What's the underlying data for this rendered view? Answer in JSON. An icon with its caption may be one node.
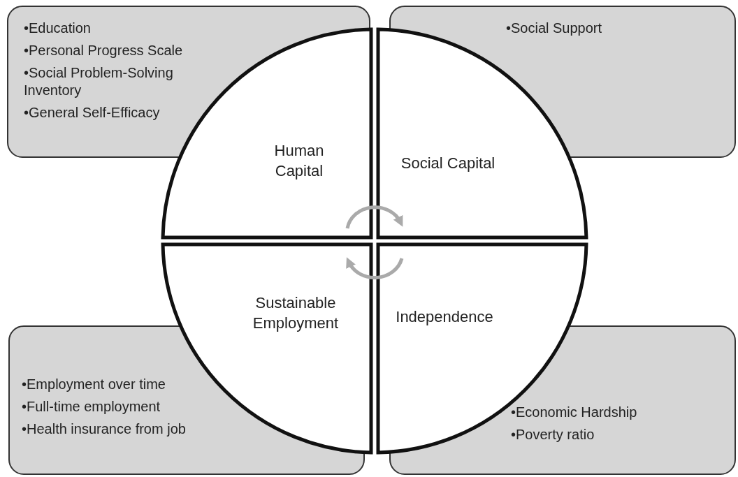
{
  "diagram": {
    "nodes": [
      {
        "text": [
          "•Education",
          "•Personal Progress Scale",
          "•Social Problem-Solving Inventory",
          "•General Self-Efficacy"
        ]
      },
      {
        "text": [
          "•Social Support"
        ]
      },
      {
        "text": [
          "Human Capital"
        ]
      },
      {
        "text": [
          "Social Capital"
        ]
      },
      {
        "text": [
          "Sustainable Employment"
        ]
      },
      {
        "text": [
          "Independence"
        ]
      },
      {
        "text": [
          "•Employment over time",
          "•Full-time employment",
          "•Health insurance from job"
        ]
      },
      {
        "text": [
          "•Economic Hardship",
          "•Poverty ratio"
        ]
      }
    ],
    "edges": [
      {
        "from": 2,
        "to": 3,
        "arrow": "to"
      },
      {
        "from": 5,
        "to": 4,
        "arrow": "to"
      }
    ]
  }
}
